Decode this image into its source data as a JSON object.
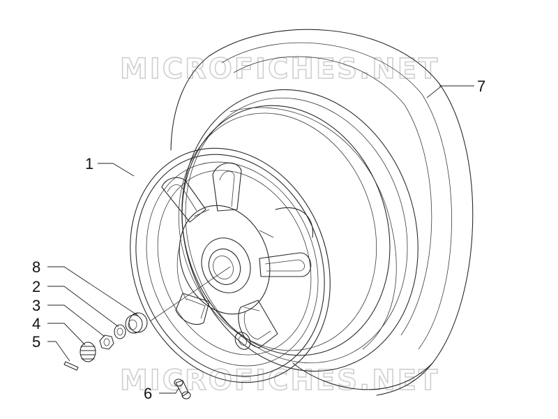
{
  "watermark": {
    "top": "MICROFICHES.NET",
    "bottom": "MICROFICHES.NET"
  },
  "callouts": {
    "c1": "1",
    "c2": "2",
    "c3": "3",
    "c4": "4",
    "c5": "5",
    "c6": "6",
    "c7": "7",
    "c8": "8"
  },
  "colors": {
    "line": "#2a2a2a",
    "watermark_outline": "#cfcfcf",
    "background": "#ffffff"
  }
}
